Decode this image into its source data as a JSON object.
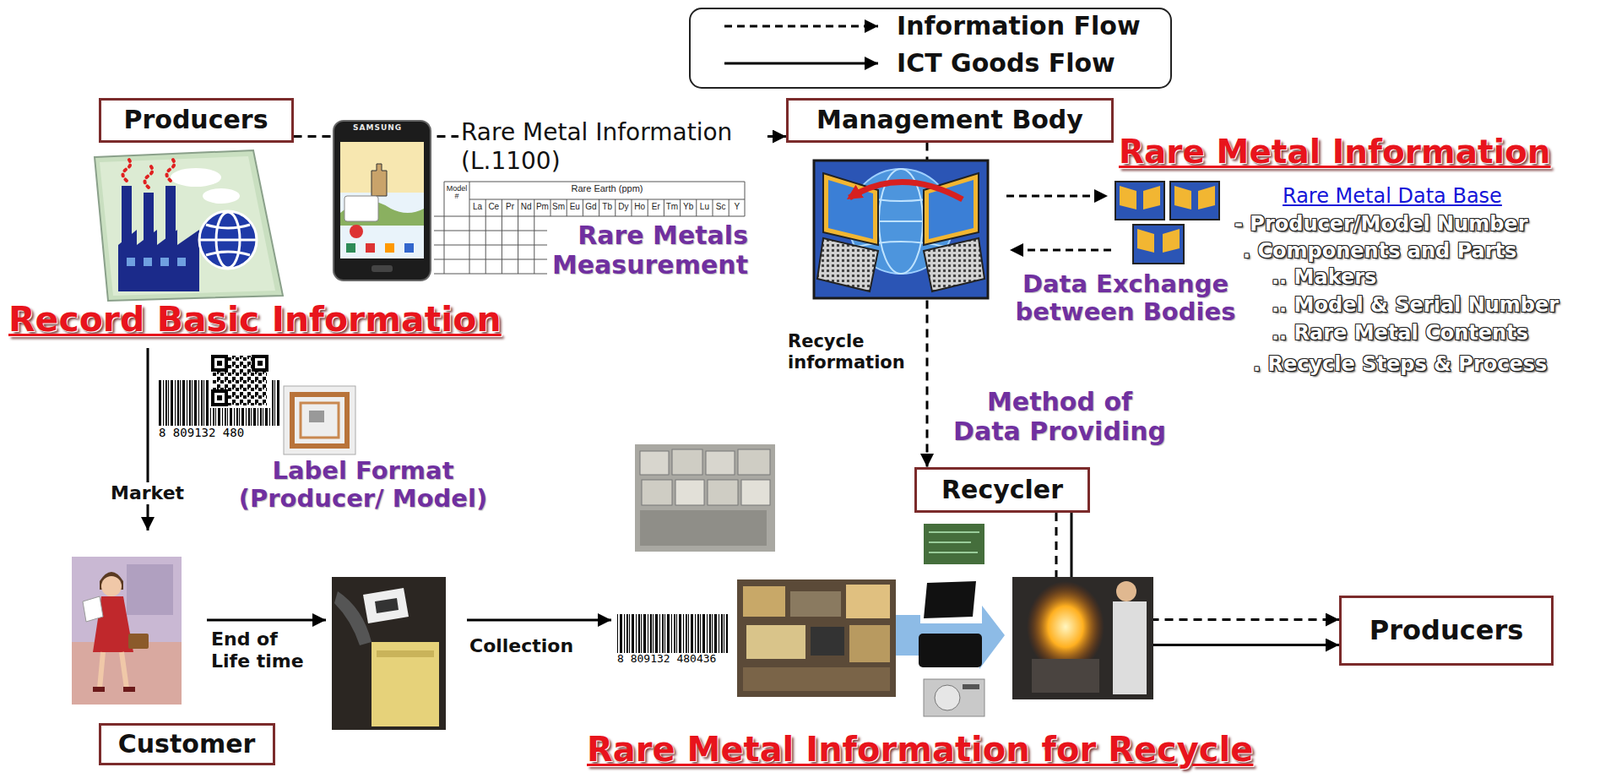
{
  "diagram": {
    "nodes": [
      {
        "text": [
          "Producers"
        ]
      },
      {
        "text": [
          "Management Body"
        ]
      },
      {
        "text": [
          "Recycler"
        ]
      },
      {
        "text": [
          "Producers"
        ]
      },
      {
        "text": [
          "Customer"
        ]
      }
    ],
    "edges": [
      {
        "from": 0,
        "to": 1,
        "arrow": "to",
        "label": "Rare Metal Information (L.1100)"
      },
      {
        "from": 1,
        "to": 2,
        "arrow": "to",
        "label": "Recycle information"
      },
      {
        "from": 2,
        "to": 3,
        "arrow": "to"
      },
      {
        "from": 2,
        "to": 3,
        "arrow": "to"
      }
    ],
    "labels": [
      "SAMSUNG",
      "Model #",
      "Rare Earth (ppm)",
      "La",
      "Ce",
      "Pr",
      "Nd",
      "Pm",
      "Sm",
      "Eu",
      "Gd",
      "Tb",
      "Dy",
      "Ho",
      "Er",
      "Tm",
      "Yb",
      "Lu",
      "Sc",
      "Y",
      "Rare Metals Measurement",
      "Rare Metal Information",
      "Rare Metal Data Base",
      "- Producer/Model Number",
      ". Components and Parts",
      ".. Makers",
      ".. Model & Serial Number",
      ".. Rare Metal Contents",
      ". Recycle Steps & Process",
      "Data Exchange between Bodies",
      "Record Basic Information",
      "8 809132 480",
      "Label Format (Producer/ Model)",
      "Method of Data Providing",
      "Market",
      "End of Life time",
      "Collection",
      "8 809132 480436",
      "Rare Metal Information for Recycle"
    ],
    "legend": [
      {
        "text": "Information Flow"
      },
      {
        "text": "ICT Goods Flow"
      }
    ]
  }
}
